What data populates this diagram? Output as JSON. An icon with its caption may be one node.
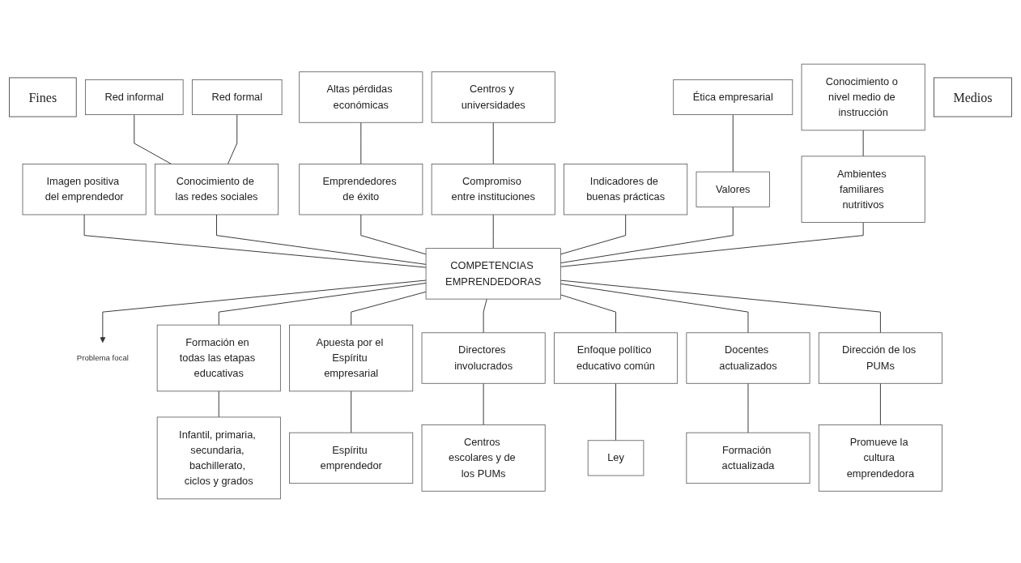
{
  "diagram": {
    "nodes": [
      {
        "text": [
          "Fines"
        ]
      },
      {
        "text": [
          "Imagen positiva del emprendedor"
        ]
      },
      {
        "text": [
          "Conocimiento o nivel medio de instrucción"
        ]
      },
      {
        "text": [
          "Red informal"
        ]
      },
      {
        "text": [
          "Red formal"
        ]
      },
      {
        "text": [
          "Altas pérdidas económicas"
        ]
      },
      {
        "text": [
          "Centros y universidades"
        ]
      },
      {
        "text": [
          "Ética empresarial"
        ]
      },
      {
        "text": [
          "Conocimiento de las redes sociales"
        ]
      },
      {
        "text": [
          "Emprendedores de éxito"
        ]
      },
      {
        "text": [
          "Compromiso entre instituciones"
        ]
      },
      {
        "text": [
          "Indicadores de buenas prácticas"
        ]
      },
      {
        "text": [
          "Valores"
        ]
      },
      {
        "text": [
          "Ambientes familiares nutritivos"
        ]
      },
      {
        "text": [
          "Medios"
        ]
      },
      {
        "text": [
          "COMPETENCIAS EMPRENDEDORAS"
        ]
      },
      {
        "text": [
          "Problema focal"
        ]
      },
      {
        "text": [
          "Formación en todas las etapas educativas"
        ]
      },
      {
        "text": [
          "Apuesta por el Espíritu empresarial"
        ]
      },
      {
        "text": [
          "Directores involucrados"
        ]
      },
      {
        "text": [
          "Enfoque político educativo común"
        ]
      },
      {
        "text": [
          "Docentes actualizados"
        ]
      },
      {
        "text": [
          "Dirección de los PUMs"
        ]
      },
      {
        "text": [
          "Infantil, primaria, secundaria, bachillerato, ciclos y grados"
        ]
      },
      {
        "text": [
          "Espíritu emprendedor"
        ]
      },
      {
        "text": [
          "Centros escolares y de los PUMs"
        ]
      },
      {
        "text": [
          "Ley"
        ]
      },
      {
        "text": [
          "Formación actualizada"
        ]
      },
      {
        "text": [
          "Promueve la cultura emprendedora"
        ]
      }
    ],
    "edges": [
      {
        "from": 3,
        "to": 8,
        "arrow": "none"
      },
      {
        "from": 4,
        "to": 8,
        "arrow": "none"
      },
      {
        "from": 5,
        "to": 9,
        "arrow": "none"
      },
      {
        "from": 6,
        "to": 10,
        "arrow": "none"
      },
      {
        "from": 7,
        "to": 12,
        "arrow": "none"
      },
      {
        "from": 2,
        "to": 13,
        "arrow": "none"
      },
      {
        "from": 1,
        "to": 15,
        "arrow": "none"
      },
      {
        "from": 8,
        "to": 15,
        "arrow": "none"
      },
      {
        "from": 9,
        "to": 15,
        "arrow": "none"
      },
      {
        "from": 10,
        "to": 15,
        "arrow": "none"
      },
      {
        "from": 11,
        "to": 15,
        "arrow": "none"
      },
      {
        "from": 12,
        "to": 15,
        "arrow": "none"
      },
      {
        "from": 13,
        "to": 15,
        "arrow": "none"
      },
      {
        "from": 15,
        "to": 16,
        "arrow": "to"
      },
      {
        "from": 15,
        "to": 17,
        "arrow": "none"
      },
      {
        "from": 15,
        "to": 18,
        "arrow": "none"
      },
      {
        "from": 15,
        "to": 19,
        "arrow": "none"
      },
      {
        "from": 15,
        "to": 20,
        "arrow": "none"
      },
      {
        "from": 15,
        "to": 21,
        "arrow": "none"
      },
      {
        "from": 15,
        "to": 22,
        "arrow": "none"
      },
      {
        "from": 17,
        "to": 23,
        "arrow": "none"
      },
      {
        "from": 18,
        "to": 24,
        "arrow": "none"
      },
      {
        "from": 19,
        "to": 25,
        "arrow": "none"
      },
      {
        "from": 20,
        "to": 26,
        "arrow": "none"
      },
      {
        "from": 21,
        "to": 27,
        "arrow": "none"
      },
      {
        "from": 22,
        "to": 28,
        "arrow": "none"
      }
    ]
  }
}
